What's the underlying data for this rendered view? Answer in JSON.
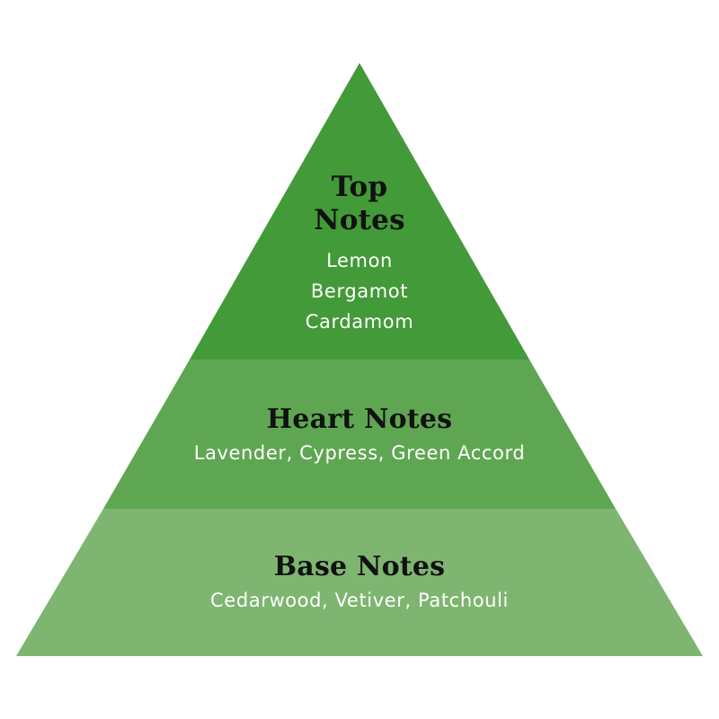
{
  "colors": {
    "background": "#ffffff",
    "top_tier": "#439A38",
    "heart_tier": "#5FA652",
    "base_tier": "#7EB570",
    "title_text": "#111111",
    "notes_text": "#ffffff"
  },
  "pyramid": {
    "tiers": [
      {
        "id": "top",
        "title_lines": [
          "Top",
          "Notes"
        ],
        "notes": [
          "Lemon",
          "Bergamot",
          "Cardamom"
        ]
      },
      {
        "id": "heart",
        "title": "Heart Notes",
        "notes_text": "Lavender, Cypress, Green Accord"
      },
      {
        "id": "base",
        "title": "Base Notes",
        "notes_text": "Cedarwood, Vetiver, Patchouli"
      }
    ]
  }
}
